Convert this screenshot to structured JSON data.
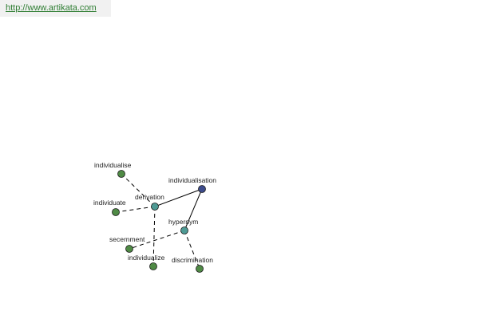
{
  "banner": {
    "url": "http://www.artikata.com",
    "text_color": "#2e7d32",
    "bg_color": "#f1f1f1"
  },
  "colors": {
    "center_node": "#3d4b8c",
    "hub_node": "#4e9a94",
    "leaf_node": "#4f8a45",
    "edge": "#000000"
  },
  "graph": {
    "nodes": [
      {
        "id": "individualisation",
        "label": "individualisation",
        "kind": "center"
      },
      {
        "id": "derivation",
        "label": "derivation",
        "kind": "hub"
      },
      {
        "id": "hypernym",
        "label": "hypernym",
        "kind": "hub"
      },
      {
        "id": "individualise",
        "label": "individualise",
        "kind": "leaf"
      },
      {
        "id": "individuate",
        "label": "individuate",
        "kind": "leaf"
      },
      {
        "id": "individualize",
        "label": "individualize",
        "kind": "leaf"
      },
      {
        "id": "secernment",
        "label": "secernment",
        "kind": "leaf"
      },
      {
        "id": "discrimination",
        "label": "discrimination",
        "kind": "leaf"
      }
    ],
    "edges": [
      {
        "from": "individualisation",
        "to": "derivation",
        "style": "solid"
      },
      {
        "from": "individualisation",
        "to": "hypernym",
        "style": "solid"
      },
      {
        "from": "derivation",
        "to": "individualise",
        "style": "dashed"
      },
      {
        "from": "derivation",
        "to": "individuate",
        "style": "dashed"
      },
      {
        "from": "derivation",
        "to": "individualize",
        "style": "dashed"
      },
      {
        "from": "hypernym",
        "to": "secernment",
        "style": "dashed"
      },
      {
        "from": "hypernym",
        "to": "discrimination",
        "style": "dashed"
      }
    ]
  }
}
